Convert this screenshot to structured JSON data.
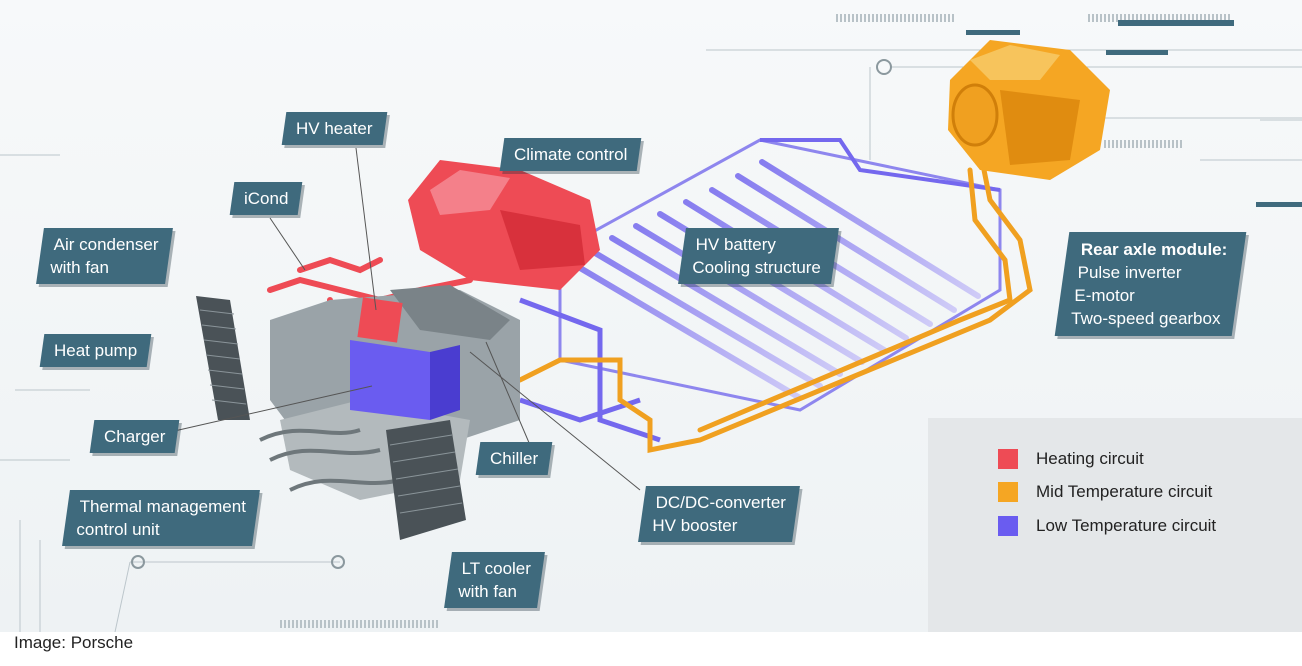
{
  "callouts": {
    "hv_heater": "HV heater",
    "climate_control": "Climate control",
    "icond": "iCond",
    "air_condenser_1": "Air condenser",
    "air_condenser_2": "with fan",
    "hv_battery_1": "HV battery",
    "hv_battery_2": "Cooling structure",
    "rear_axle_title": "Rear axle module:",
    "rear_axle_1": "Pulse inverter",
    "rear_axle_2": "E-motor",
    "rear_axle_3": "Two-speed gearbox",
    "heat_pump": "Heat pump",
    "charger": "Charger",
    "chiller": "Chiller",
    "thermal_1": "Thermal management",
    "thermal_2": "control unit",
    "dcdc_1": "DC/DC-converter",
    "dcdc_2": "HV booster",
    "lt_cooler_1": "LT cooler",
    "lt_cooler_2": "with fan"
  },
  "legend": [
    {
      "label": "Heating circuit",
      "color": "#ee4b55"
    },
    {
      "label": "Mid Temperature circuit",
      "color": "#f5a623"
    },
    {
      "label": "Low Temperature circuit",
      "color": "#6a5cf0"
    }
  ],
  "credit": "Image: Porsche"
}
